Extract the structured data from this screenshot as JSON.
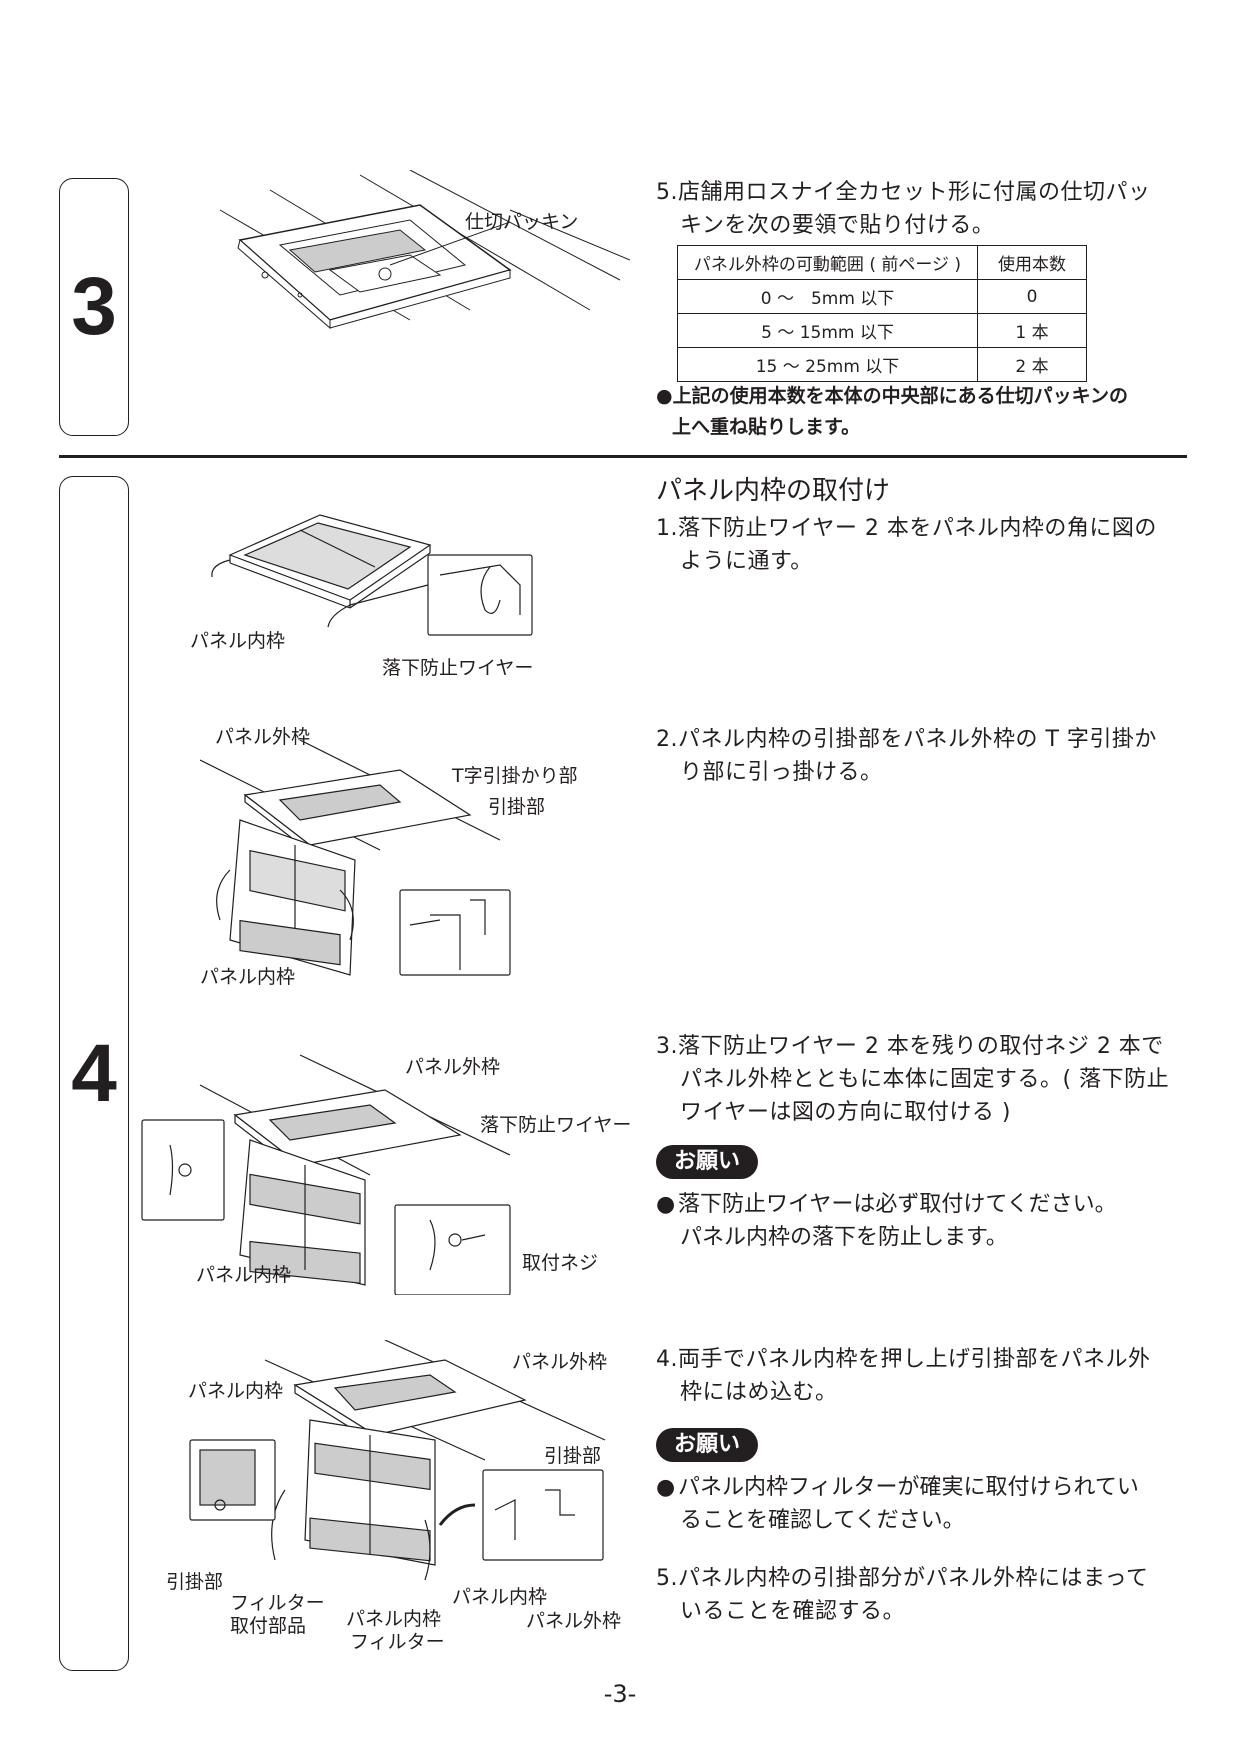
{
  "steps": {
    "step3": "3",
    "step4": "4"
  },
  "section3": {
    "fig_label": "仕切パッキン",
    "instruction_num": "5.",
    "instruction_line1": "店舗用ロスナイ全カセット形に付属の仕切パッ",
    "instruction_line2": "キンを次の要領で貼り付ける。",
    "table": {
      "headers": [
        "パネル外枠の可動範囲 ( 前ページ )",
        "使用本数"
      ],
      "rows": [
        [
          "0 ～　5mm 以下",
          "0"
        ],
        [
          "5 ～ 15mm 以下",
          "1 本"
        ],
        [
          "15 ～ 25mm 以下",
          "2 本"
        ]
      ]
    },
    "note_line1": "●上記の使用本数を本体の中央部にある仕切パッキンの",
    "note_line2": "上へ重ね貼りします。"
  },
  "section4": {
    "heading": "パネル内枠の取付け",
    "step1": {
      "num": "1.",
      "line1": "落下防止ワイヤー 2 本をパネル内枠の角に図の",
      "line2": "ように通す。",
      "fig_labels": [
        "パネル内枠",
        "落下防止ワイヤー"
      ]
    },
    "step2": {
      "num": "2.",
      "line1": "パネル内枠の引掛部をパネル外枠の T 字引掛か",
      "line2": "り部に引っ掛ける。",
      "fig_labels": [
        "パネル外枠",
        "T字引掛かり部",
        "引掛部",
        "パネル内枠"
      ]
    },
    "step3": {
      "num": "3.",
      "line1": "落下防止ワイヤー 2 本を残りの取付ネジ 2 本で",
      "line2": "パネル外枠とともに本体に固定する。( 落下防止",
      "line3": "ワイヤーは図の方向に取付ける )",
      "fig_labels": [
        "パネル外枠",
        "落下防止ワイヤー",
        "パネル内枠",
        "取付ネジ"
      ],
      "badge": "お願い",
      "bullet_dot": "●",
      "bullet_line1": "落下防止ワイヤーは必ず取付けてください。",
      "bullet_line2": "パネル内枠の落下を防止します。"
    },
    "step4": {
      "num": "4.",
      "line1": "両手でパネル内枠を押し上げ引掛部をパネル外",
      "line2": "枠にはめ込む。",
      "fig_labels": [
        "パネル外枠",
        "パネル内枠",
        "引掛部",
        "引掛部",
        "フィルター",
        "取付部品",
        "パネル内枠",
        "フィルター",
        "パネル内枠",
        "パネル外枠"
      ],
      "badge": "お願い",
      "bullet_dot": "●",
      "bullet_line1": "パネル内枠フィルターが確実に取付けられてい",
      "bullet_line2": "ることを確認してください。"
    },
    "step5": {
      "num": "5.",
      "line1": "パネル内枠の引掛部分がパネル外枠にはまって",
      "line2": "いることを確認する。"
    }
  },
  "page_number": "-3-"
}
